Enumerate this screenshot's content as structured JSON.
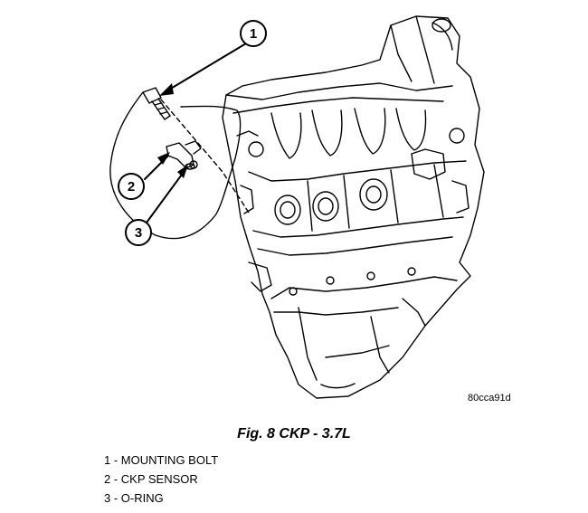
{
  "figure": {
    "reference_code": "80cca91d",
    "caption": "Fig. 8 CKP - 3.7L",
    "callouts": [
      {
        "number": "1"
      },
      {
        "number": "2"
      },
      {
        "number": "3"
      }
    ]
  },
  "legend": [
    {
      "text": "1 - MOUNTING BOLT"
    },
    {
      "text": "2 - CKP SENSOR"
    },
    {
      "text": "3 - O-RING"
    }
  ]
}
